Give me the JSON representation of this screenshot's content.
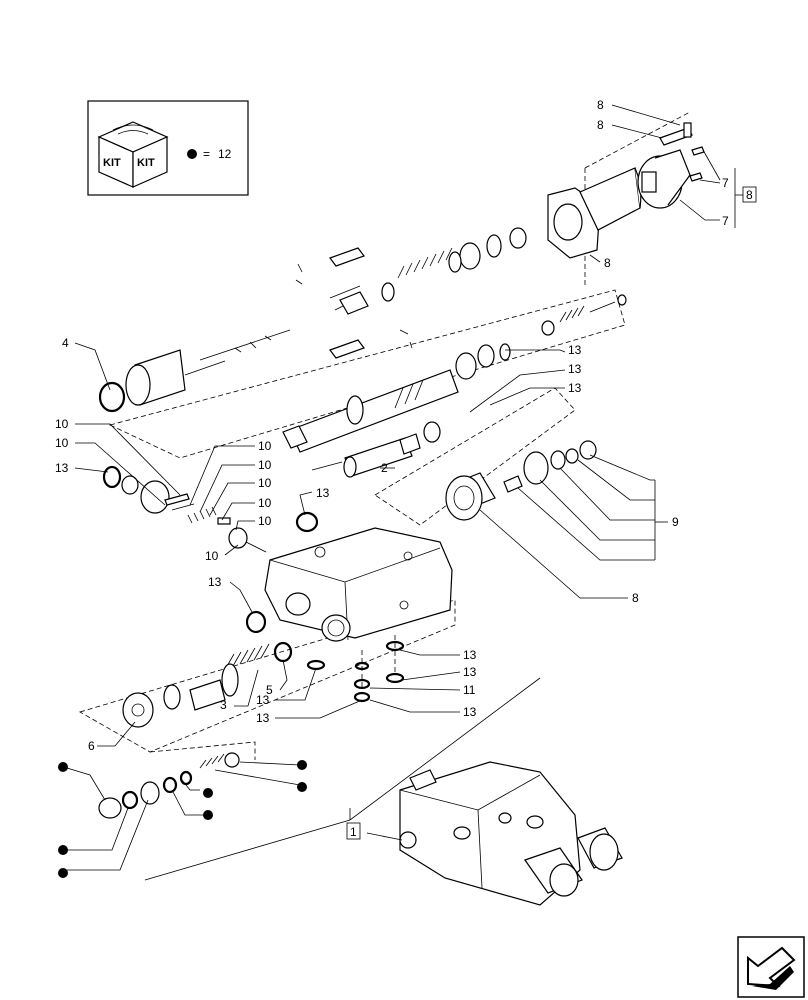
{
  "kit_legend": {
    "badge_left": "KIT",
    "badge_right": "KIT",
    "equals": "=",
    "value": "12"
  },
  "callouts": {
    "c8": "8",
    "c7": "7",
    "c4": "4",
    "c13": "13",
    "c10": "10",
    "c2": "2",
    "c9": "9",
    "c5": "5",
    "c3": "3",
    "c6": "6",
    "c11": "11",
    "c1": "1"
  },
  "kit_group_label": "8",
  "icons": [
    "kit-box-icon",
    "kit-dot-icon",
    "next-page-arrow-icon"
  ]
}
